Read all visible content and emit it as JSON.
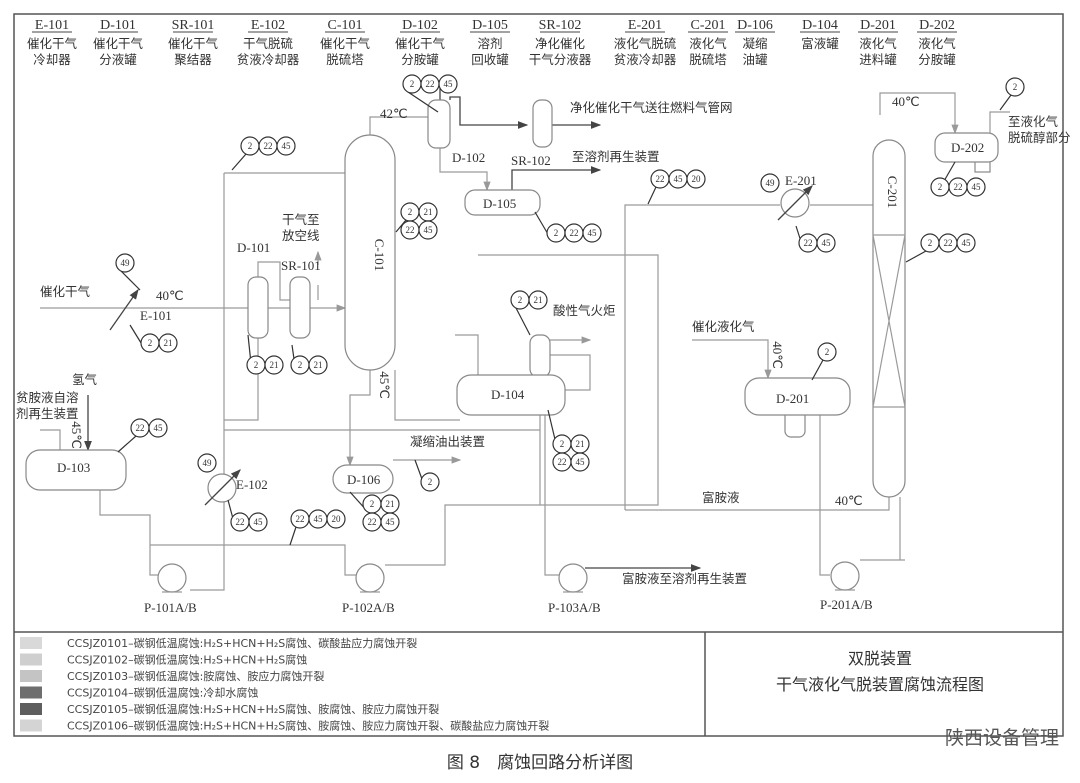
{
  "header": [
    {
      "code": "E-101",
      "line1": "催化干气",
      "line2": "冷却器"
    },
    {
      "code": "D-101",
      "line1": "催化干气",
      "line2": "分液罐"
    },
    {
      "code": "SR-101",
      "line1": "催化干气",
      "line2": "聚结器"
    },
    {
      "code": "E-102",
      "line1": "干气脱硫",
      "line2": "贫液冷却器"
    },
    {
      "code": "C-101",
      "line1": "催化干气",
      "line2": "脱硫塔"
    },
    {
      "code": "D-102",
      "line1": "催化干气",
      "line2": "分胺罐"
    },
    {
      "code": "D-105",
      "line1": "溶剂",
      "line2": "回收罐"
    },
    {
      "code": "SR-102",
      "line1": "净化催化",
      "line2": "干气分液器"
    },
    {
      "code": "E-201",
      "line1": "液化气脱硫",
      "line2": "贫液冷却器"
    },
    {
      "code": "C-201",
      "line1": "液化气",
      "line2": "脱硫塔"
    },
    {
      "code": "D-106",
      "line1": "凝缩",
      "line2": "油罐"
    },
    {
      "code": "D-104",
      "line1": "富液罐",
      "line2": ""
    },
    {
      "code": "D-201",
      "line1": "液化气",
      "line2": "进料罐"
    },
    {
      "code": "D-202",
      "line1": "液化气",
      "line2": "分胺罐"
    }
  ],
  "equipment": {
    "c101": "C-101",
    "d102": "D-102",
    "sr102": "SR-102",
    "d105": "D-105",
    "d101": "D-101",
    "sr101": "SR-101",
    "e101": "E-101",
    "d104": "D-104",
    "d103": "D-103",
    "e102": "E-102",
    "d106": "D-106",
    "d201": "D-201",
    "c201": "C-201",
    "d202": "D-202",
    "e201": "E-201",
    "p101": "P-101A/B",
    "p102": "P-102A/B",
    "p103": "P-103A/B",
    "p201": "P-201A/B"
  },
  "labels": {
    "t42": "42℃",
    "fuel_gas": "净化催化干气送往燃料气管网",
    "to_regen": "至溶剂再生装置",
    "vent1": "干气至",
    "vent2": "放空线",
    "feed_gas": "催化干气",
    "t40a": "40℃",
    "acid_flare": "酸性气火炬",
    "lpg_feed": "催化液化气",
    "t40b": "40℃",
    "t40c": "40℃",
    "t40d": "40℃",
    "t45a": "45℃",
    "t45b": "45℃",
    "to_lpg1": "至液化气",
    "to_lpg2": "脱硫醇部分",
    "hydrogen": "氢气",
    "lean1": "贫胺液自溶",
    "lean2": "剂再生装置",
    "cond_oil": "凝缩油出装置",
    "rich_amine": "富胺液",
    "rich_to_regen": "富胺液至溶剂再生装置"
  },
  "tags": {
    "d102": [
      2,
      22,
      45
    ],
    "c101top": [
      2,
      22,
      45
    ],
    "c101": [
      2,
      21,
      22,
      45
    ],
    "d105": [
      2,
      22,
      45
    ],
    "e201line": [
      22,
      45,
      20
    ],
    "e201": [
      49
    ],
    "e201b": [
      22,
      45
    ],
    "c201": [
      2,
      22,
      45
    ],
    "d202top": [
      2
    ],
    "d202": [
      2,
      22,
      45
    ],
    "e101": [
      49
    ],
    "e101b": [
      2,
      21
    ],
    "d101": [
      2,
      21
    ],
    "sr101": [
      2,
      21
    ],
    "d104top": [
      2,
      21
    ],
    "d103": [
      22,
      45
    ],
    "e102": [
      49
    ],
    "e102b": [
      22,
      45
    ],
    "p102line": [
      22,
      45,
      20
    ],
    "d106out": [
      2
    ],
    "d106": [
      2,
      21,
      22,
      45
    ],
    "d104": [
      2,
      21,
      22,
      45
    ],
    "d201": [
      2
    ]
  },
  "legend": [
    {
      "text": "CCSJZ0101–碳钢低温腐蚀:H₂S+HCN+H₂S腐蚀、碳酸盐应力腐蚀开裂",
      "color": "#d9d9d9"
    },
    {
      "text": "CCSJZ0102–碳钢低温腐蚀:H₂S+HCN+H₂S腐蚀",
      "color": "#cfcfcf"
    },
    {
      "text": "CCSJZ0103–碳钢低温腐蚀:胺腐蚀、胺应力腐蚀开裂",
      "color": "#c4c4c4"
    },
    {
      "text": "CCSJZ0104–碳钢低温腐蚀:冷却水腐蚀",
      "color": "#6e6e6e"
    },
    {
      "text": "CCSJZ0105–碳钢低温腐蚀:H₂S+HCN+H₂S腐蚀、胺腐蚀、胺应力腐蚀开裂",
      "color": "#5e5e5e"
    },
    {
      "text": "CCSJZ0106–碳钢低温腐蚀:H₂S+HCN+H₂S腐蚀、胺腐蚀、胺应力腐蚀开裂、碳酸盐应力腐蚀开裂",
      "color": "#d4d4d4"
    }
  ],
  "title_block": {
    "line1": "双脱装置",
    "line2": "干气液化气脱装置腐蚀流程图"
  },
  "caption": "图 8　腐蚀回路分析详图",
  "watermark": "陕西设备管理"
}
